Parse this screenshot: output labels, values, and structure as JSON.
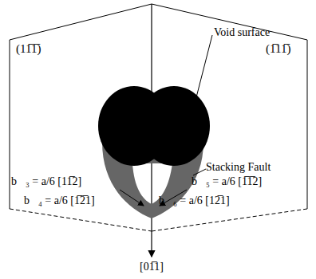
{
  "diagram": {
    "nodes": [
      {
        "text": [
          "(11̅1̅)"
        ]
      },
      {
        "text": [
          "(1̅11̅)"
        ]
      }
    ],
    "labels": [
      "Void surface",
      "Stacking Fault",
      "b⃗₃ = a/6 [11̅2]",
      "b⃗₄ = a/6 [1̅2̅1]",
      "b⃗₅ = a/6 [1̅1̅2]",
      "b⃗₆ = a/6 [12̅1]",
      "[01̅1]"
    ]
  }
}
